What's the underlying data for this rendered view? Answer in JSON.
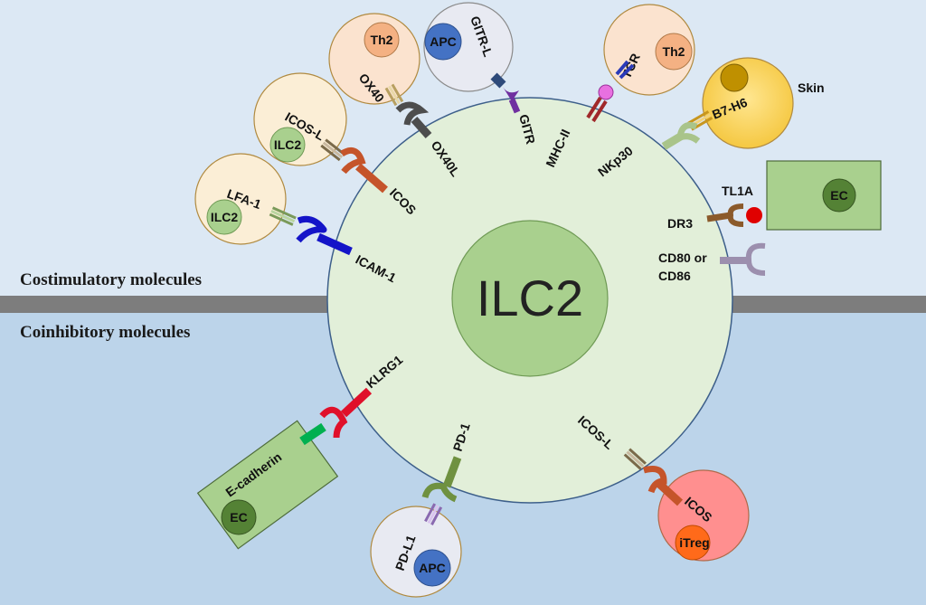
{
  "sections": {
    "top": "Costimulatory molecules",
    "bottom": "Coinhibitory molecules"
  },
  "center_cell": "ILC2",
  "cells": {
    "ilc2_lfa": "ILC2",
    "ilc2_icosl": "ILC2",
    "th2_ox40": "Th2",
    "apc_gitr": "APC",
    "th2_tcr": "Th2",
    "ec_tl1a": "EC",
    "ec_ecad": "EC",
    "apc_pdl1": "APC",
    "treg": "iTreg"
  },
  "labels": {
    "lfa1": "LFA-1",
    "icam1": "ICAM-1",
    "icosl_top": "ICOS-L",
    "icos_top": "ICOS",
    "ox40": "OX40",
    "ox40l": "OX40L",
    "gitrl": "GITR-L",
    "gitr": "GITR",
    "mhc2": "MHC-II",
    "tcr": "TCR",
    "b7h6": "B7-H6",
    "nkp30": "NKp30",
    "skin": "Skin",
    "tl1a": "TL1A",
    "dr3": "DR3",
    "cd80_1": "CD80 or",
    "cd80_2": "CD86",
    "klrg1": "KLRG1",
    "ecadherin": "E-cadherin",
    "pd1": "PD-1",
    "pdl1": "PD-L1",
    "icosl_bottom": "ICOS-L",
    "icos_bottom": "ICOS"
  },
  "colors": {
    "top_bg": "#dce8f4",
    "bottom_bg": "#bcd4ea",
    "divider": "#7d7d7d",
    "ilc2_outer": "#e2efd9",
    "ilc2_inner": "#a9d08e",
    "icam_blue": "#1414c8",
    "icos_orange": "#c5542a",
    "ox40l_gray": "#4d4d4d",
    "gitr_purple": "#7030a0",
    "mhc_red": "#a0282a",
    "tcr_blue": "#2a3ab8",
    "nkp30_green": "#a9c48a",
    "b7h6_gold": "#c8961e",
    "dr3_brown": "#8b5a2b",
    "tl1a_red": "#e00000",
    "cd80_lavender": "#9c8fae",
    "klrg1_red": "#e0102a",
    "ecad_green": "#00b050",
    "pd1_green": "#6f9140",
    "pdl1_purple": "#b088d6"
  }
}
